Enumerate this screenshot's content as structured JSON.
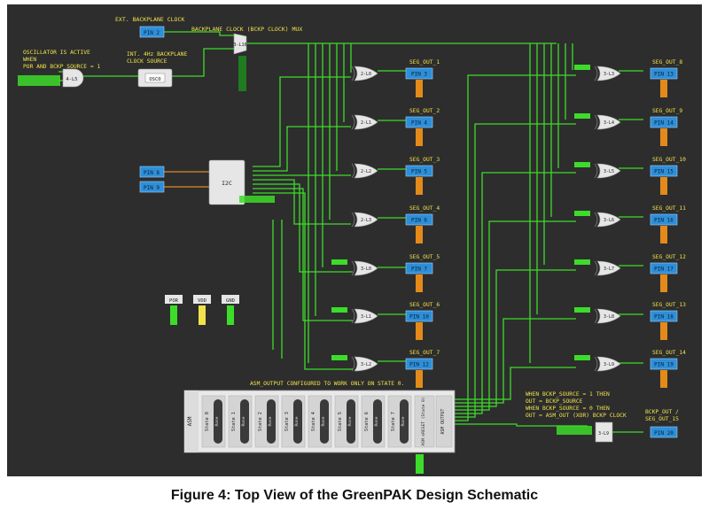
{
  "caption": "Figure 4: Top View of the GreenPAK Design Schematic",
  "colors": {
    "background": "#2d2d2d",
    "wire": "#3ddc2a",
    "pin": "#2e8fd8",
    "label": "#f0e24a",
    "gate": "#e6e6e6",
    "orange_tag": "#e38a1a",
    "wire_orange": "#d98a2b"
  },
  "labels": {
    "ext_clock": "EXT. BACKPLANE CLOCK",
    "bckp_mux": "BACKPLANE CLOCK (BCKP CLOCK) MUX",
    "osc_active": [
      "OSCILLATOR IS ACTIVE",
      "WHEN",
      "POR AND BCKP_SOURCE = 1"
    ],
    "int_clock": [
      "INT. 4Hz BACKPLANE",
      "CLOCK SOURCE"
    ],
    "asm_note": "ASM_OUTPUT CONFIGURED TO WORK ONLY ON STATE 0.",
    "bckp_note": [
      "WHEN BCKP_SOURCE = 1 THEN",
      "OUT = BCKP_SOURCE",
      "WHEN BCKP_SOURCE = 0 THEN",
      "OUT = ASM_OUT (XOR) BCKP CLOCK"
    ],
    "bckp_out": [
      "BCKP_OUT /",
      "SEG_OUT_15"
    ]
  },
  "blocks": {
    "pin2": "PIN 2",
    "pin8": "PIN 8",
    "pin9": "PIN 9",
    "pin20": "PIN 20",
    "and_gate": "4-L5",
    "osc": "OSC0",
    "mux": "3-L10",
    "i2c": "I2C",
    "por": "POR",
    "vdd": "VDD",
    "gnd": "GND",
    "asm": "ASM",
    "asm_states": [
      "State 0",
      "State 1",
      "State 2",
      "State 3",
      "State 4",
      "State 5",
      "State 6",
      "State 7"
    ],
    "asm_sub": "Rone",
    "asm_reset": "ASM nRESET (State 0)",
    "asm_output": "ASM OUTPUT",
    "out_mux": "3-L9"
  },
  "left_outputs": [
    {
      "label": "SEG_OUT_1",
      "gate": "2-L0",
      "pin": "PIN 3"
    },
    {
      "label": "SEG_OUT_2",
      "gate": "2-L1",
      "pin": "PIN 4"
    },
    {
      "label": "SEG_OUT_3",
      "gate": "2-L2",
      "pin": "PIN 5"
    },
    {
      "label": "SEG_OUT_4",
      "gate": "2-L3",
      "pin": "PIN 6"
    },
    {
      "label": "SEG_OUT_5",
      "gate": "3-L0",
      "pin": "PIN 7"
    },
    {
      "label": "SEG_OUT_6",
      "gate": "3-L1",
      "pin": "PIN 10"
    },
    {
      "label": "SEG_OUT_7",
      "gate": "3-L2",
      "pin": "PIN 12"
    }
  ],
  "right_outputs": [
    {
      "label": "SEG_OUT_8",
      "gate": "3-L3",
      "pin": "PIN 13"
    },
    {
      "label": "SEG_OUT_9",
      "gate": "3-L4",
      "pin": "PIN 14"
    },
    {
      "label": "SEG_OUT_10",
      "gate": "3-L5",
      "pin": "PIN 15"
    },
    {
      "label": "SEG_OUT_11",
      "gate": "3-L6",
      "pin": "PIN 16"
    },
    {
      "label": "SEG_OUT_12",
      "gate": "3-L7",
      "pin": "PIN 17"
    },
    {
      "label": "SEG_OUT_13",
      "gate": "3-L8",
      "pin": "PIN 18"
    },
    {
      "label": "SEG_OUT_14",
      "gate": "3-L9",
      "pin": "PIN 19"
    }
  ]
}
